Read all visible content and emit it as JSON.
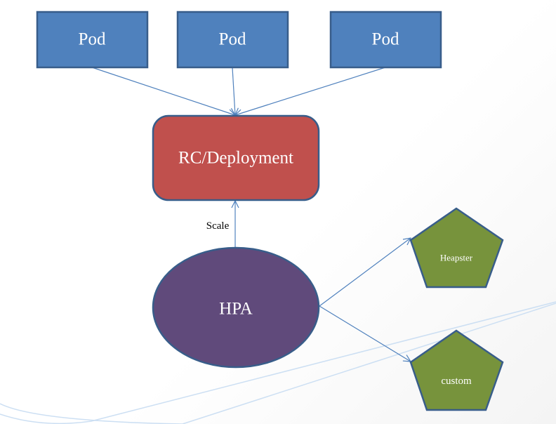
{
  "diagram": {
    "title": "",
    "colors": {
      "pod_fill": "#4f81bd",
      "pod_stroke": "#385d8a",
      "rc_fill": "#c0504d",
      "rc_stroke": "#385d8a",
      "hpa_fill": "#604a7b",
      "hpa_stroke": "#385d8a",
      "metric_fill": "#77933c",
      "metric_stroke": "#385d8a",
      "edge": "#4f81bd",
      "label_text": "#ffffff"
    },
    "nodes": {
      "pod1": {
        "label": "Pod",
        "shape": "rectangle"
      },
      "pod2": {
        "label": "Pod",
        "shape": "rectangle"
      },
      "pod3": {
        "label": "Pod",
        "shape": "rectangle"
      },
      "rc": {
        "label": "RC/Deployment",
        "shape": "rounded-rectangle"
      },
      "hpa": {
        "label": "HPA",
        "shape": "ellipse"
      },
      "heapster": {
        "label": "Heapster",
        "shape": "pentagon"
      },
      "custom": {
        "label": "custom",
        "shape": "pentagon"
      }
    },
    "edges": [
      {
        "from": "pod1",
        "to": "rc",
        "label": ""
      },
      {
        "from": "pod2",
        "to": "rc",
        "label": ""
      },
      {
        "from": "pod3",
        "to": "rc",
        "label": ""
      },
      {
        "from": "hpa",
        "to": "rc",
        "label": "Scale"
      },
      {
        "from": "hpa",
        "to": "heapster",
        "label": ""
      },
      {
        "from": "hpa",
        "to": "custom",
        "label": ""
      }
    ]
  }
}
